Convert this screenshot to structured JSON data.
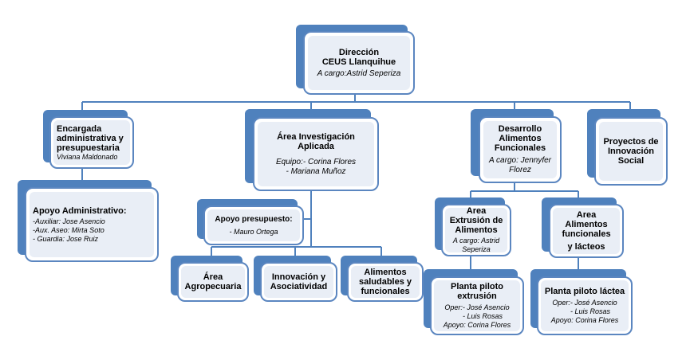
{
  "root": {
    "title_line1": "Dirección",
    "title_line2": "CEUS Llanquihue",
    "sub": "A cargo:Astrid Seperiza"
  },
  "encargada": {
    "title": "Encargada administrativa y presupuestaria",
    "sub": "Viviana Maldonado"
  },
  "apoyo_admin": {
    "title": "Apoyo Administrativo:",
    "lines": [
      "-Auxiliar: Jose Asencio",
      "-Aux. Aseo: Mirta Soto",
      "- Guardia: Jose Ruiz"
    ]
  },
  "area_inv": {
    "title": "Área Investigación Aplicada",
    "line1": "Equipo:- Corina Flores",
    "line2": "-  Mariana Muñoz"
  },
  "apoyo_pres": {
    "title": "Apoyo presupuesto:",
    "sub": "-  Mauro Ortega"
  },
  "agro": {
    "title": "Área Agropecuaria"
  },
  "innov": {
    "title": "Innovación y Asociatividad"
  },
  "salud": {
    "title": "Alimentos saludables y funcionales"
  },
  "desarrollo": {
    "title": "Desarrollo Alimentos Funcionales",
    "sub": "A cargo: Jennyfer Florez"
  },
  "proyectos": {
    "title": "Proyectos de Innovación Social"
  },
  "extrusion": {
    "title": "Area Extrusión de Alimentos",
    "sub": "A cargo: Astrid Seperiza"
  },
  "lacteos": {
    "title": "Area Alimentos funcionales",
    "title2": "y lácteos"
  },
  "planta_ext": {
    "title": "Planta piloto extrusión",
    "oper": "Oper:- José Asencio",
    "oper2": "- Luis Rosas",
    "apoyo": "Apoyo: Corina Flores"
  },
  "planta_lac": {
    "title": "Planta piloto láctea",
    "oper": "Oper:- José Asencio",
    "oper2": "- Luis Rosas",
    "apoyo": "Apoyo: Corina Flores"
  },
  "colors": {
    "accent": "#4f81bd",
    "line": "#4f81bd",
    "fill": "#e9eef6"
  }
}
